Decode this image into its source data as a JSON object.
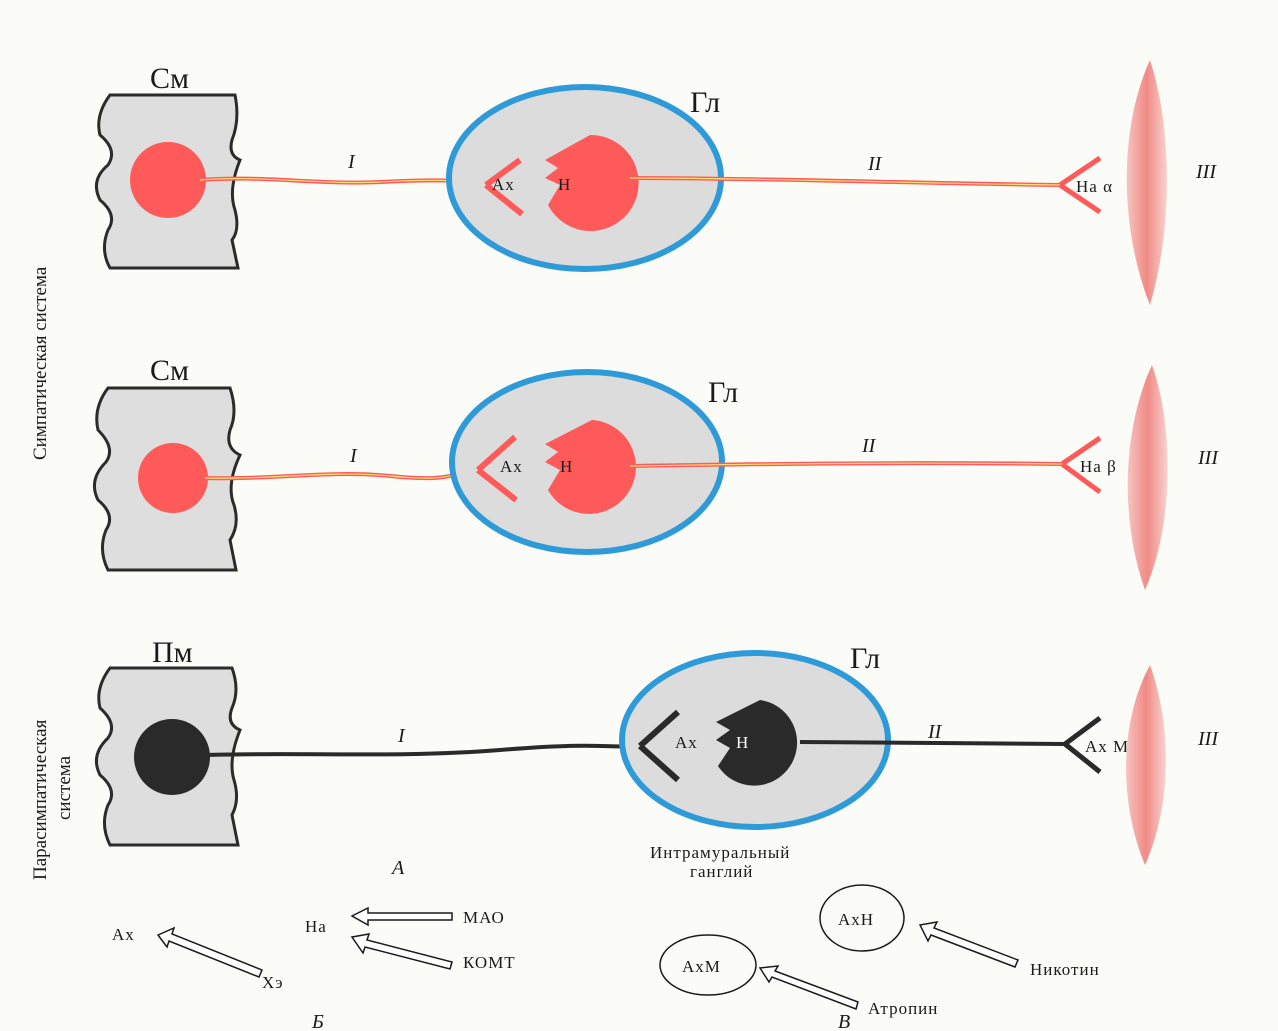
{
  "side_labels": {
    "sympathetic": "Симпатическая система",
    "parasympathetic_1": "Парасимпатическая",
    "parasympathetic_2": "система"
  },
  "rows": [
    {
      "center_label": "См",
      "ganglion_label": "Гл",
      "pre_label": "I",
      "post_label": "II",
      "effector_label": "III",
      "synapse_ach": "Ах",
      "receptor_n": "Н",
      "terminal_label": "На α",
      "color": "#ff5a5a"
    },
    {
      "center_label": "См",
      "ganglion_label": "Гл",
      "pre_label": "I",
      "post_label": "II",
      "effector_label": "III",
      "synapse_ach": "Ах",
      "receptor_n": "Н",
      "terminal_label": "На β",
      "color": "#ff5a5a"
    },
    {
      "center_label": "Пм",
      "ganglion_label": "Гл",
      "pre_label": "I",
      "post_label": "II",
      "effector_label": "III",
      "synapse_ach": "Ах",
      "receptor_n": "Н",
      "terminal_label": "Ах М",
      "color": "#2a2a2a"
    }
  ],
  "intramural": {
    "line1": "Интрамуральный",
    "line2": "ганглий"
  },
  "panel_labels": {
    "a": "А",
    "b": "Б",
    "v": "В"
  },
  "panel_b": {
    "ach": "Ах",
    "che": "Хэ",
    "na": "На",
    "mao": "МАО",
    "komt": "КОМТ"
  },
  "panel_v": {
    "axm": "АхМ",
    "axn": "АхН",
    "atropine": "Атропин",
    "nicotine": "Никотин"
  }
}
